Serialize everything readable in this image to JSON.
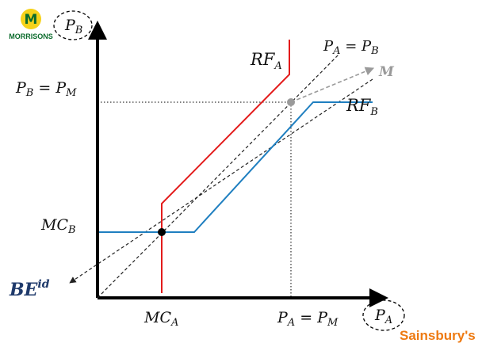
{
  "brands": {
    "left": {
      "initial": "M",
      "name": "MORRISONS",
      "color_primary": "#0b6b2c",
      "color_badge": "#f6d21a"
    },
    "right": {
      "name": "Sainsbury's",
      "color": "#ee7a12"
    }
  },
  "axes": {
    "y_label": {
      "base": "P",
      "sub": "B"
    },
    "x_label": {
      "base": "P",
      "sub": "A"
    }
  },
  "labels": {
    "pb_eq_pm": {
      "left_base": "P",
      "left_sub": "B",
      "eq": " = ",
      "right_base": "P",
      "right_sub": "M"
    },
    "mcb": {
      "base": "MC",
      "sub": "B"
    },
    "mca": {
      "base": "MC",
      "sub": "A"
    },
    "pa_eq_pm": {
      "left_base": "P",
      "left_sub": "A",
      "eq": " = ",
      "right_base": "P",
      "right_sub": "M"
    },
    "pa_eq_pb_line": {
      "left_base": "P",
      "left_sub": "A",
      "eq": " = ",
      "right_base": "P",
      "right_sub": "B"
    },
    "rfa": {
      "base": "RF",
      "sub": "A"
    },
    "rfb": {
      "base": "RF",
      "sub": "B"
    },
    "m_point": "M",
    "be": {
      "base": "BE",
      "sup": "id"
    }
  },
  "colors": {
    "rfa": "#e31b1b",
    "rfb": "#1f7fc0",
    "axis": "#000000",
    "dashed": "#222222",
    "m_arrow": "#9a9a9a",
    "be_label": "#1f3a6b"
  }
}
